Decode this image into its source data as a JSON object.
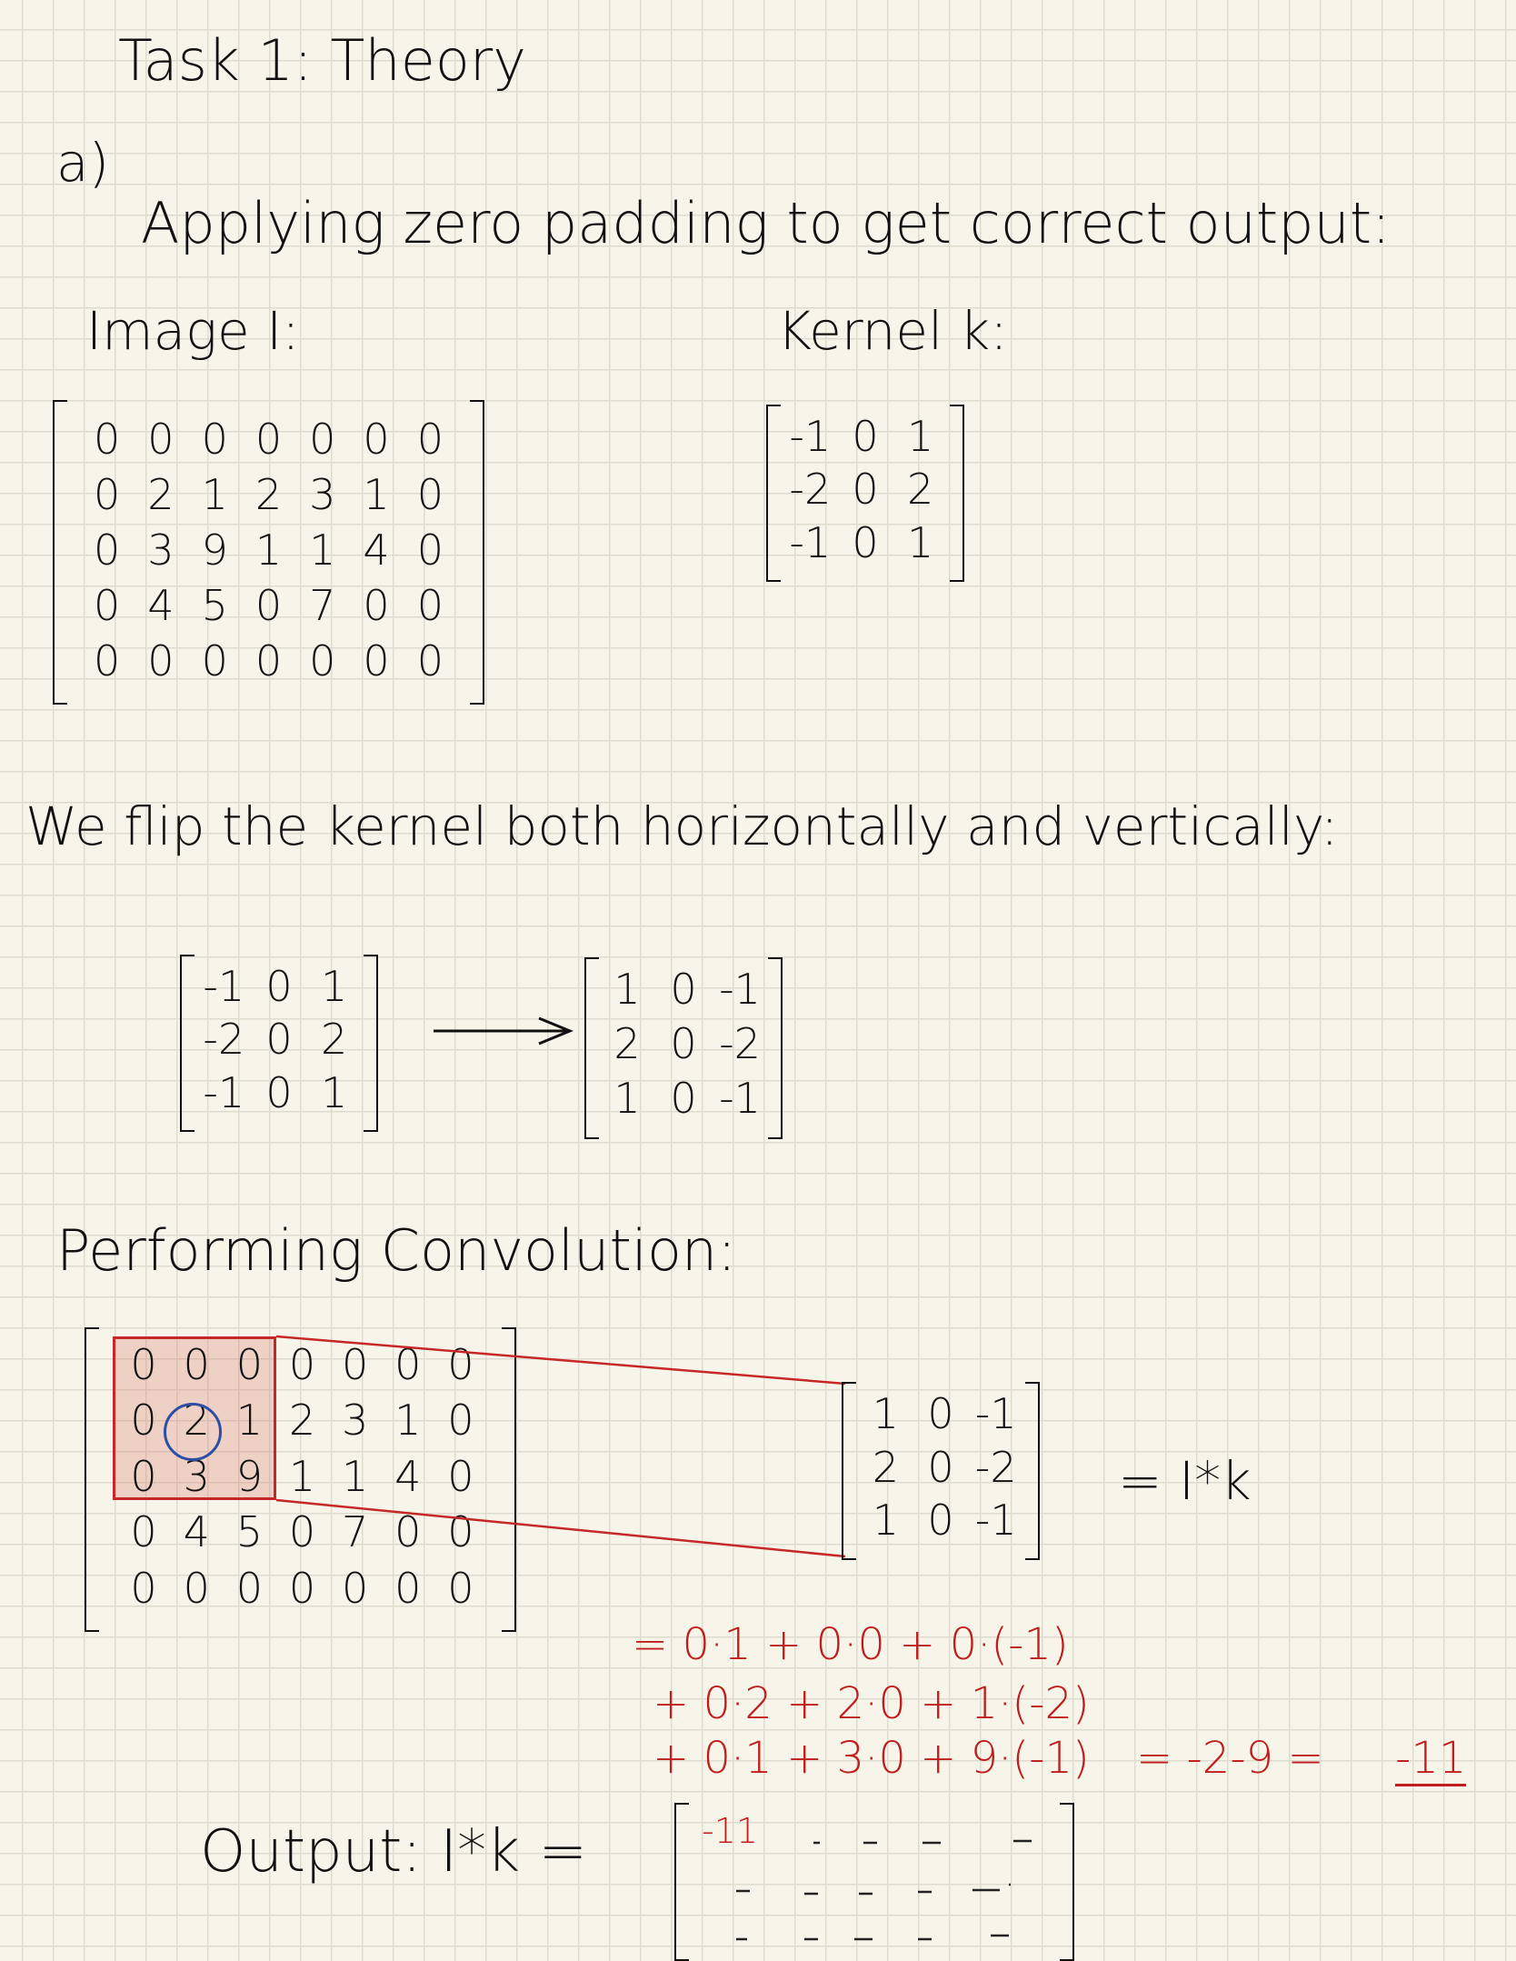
{
  "title": "Task 1: Theory",
  "part_label": "a)",
  "heading": "Applying zero padding to get correct output:",
  "image_label": "Image I:",
  "kernel_label": "Kernel k:",
  "image_padded": [
    [
      "0",
      "0",
      "0",
      "0",
      "0",
      "0",
      "0"
    ],
    [
      "0",
      "2",
      "1",
      "2",
      "3",
      "1",
      "0"
    ],
    [
      "0",
      "3",
      "9",
      "1",
      "1",
      "4",
      "0"
    ],
    [
      "0",
      "4",
      "5",
      "0",
      "7",
      "0",
      "0"
    ],
    [
      "0",
      "0",
      "0",
      "0",
      "0",
      "0",
      "0"
    ]
  ],
  "kernel": [
    [
      "-1",
      "0",
      "1"
    ],
    [
      "-2",
      "0",
      "2"
    ],
    [
      "-1",
      "0",
      "1"
    ]
  ],
  "flip_text": "We flip the kernel both horizontally and vertically:",
  "kernel_flipped": [
    [
      "1",
      "0",
      "-1"
    ],
    [
      "2",
      "0",
      "-2"
    ],
    [
      "1",
      "0",
      "-1"
    ]
  ],
  "perform_heading": "Performing Convolution:",
  "equals_ik": "= I*k",
  "calc_lines": [
    "= 0·1 + 0·0 + 0·(-1)",
    "+ 0·2 + 2·0 + 1·(-2)",
    "+ 0·1 + 3·0 + 9·(-1)"
  ],
  "calc_tail": "= -2-9 =",
  "calc_result": "-11",
  "output_label": "Output: I*k =",
  "output_first": "-11",
  "colors": {
    "red": "#c01d1d",
    "highlight": "#c62828",
    "circle": "#2c4fa6"
  }
}
